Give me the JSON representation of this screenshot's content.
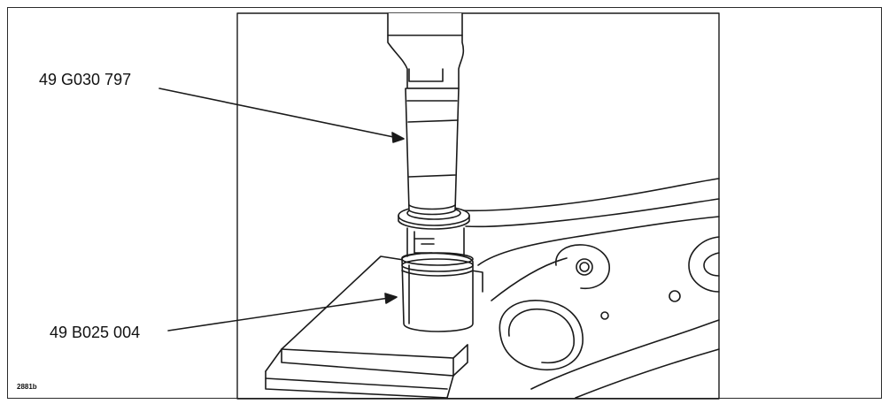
{
  "callouts": {
    "driver_tool": "49 G030 797",
    "support_tool": "49 B025 004"
  },
  "figure_id": "2881b",
  "colors": {
    "line": "#1a1a1a",
    "background": "#ffffff",
    "border": "#2a2a2a"
  }
}
